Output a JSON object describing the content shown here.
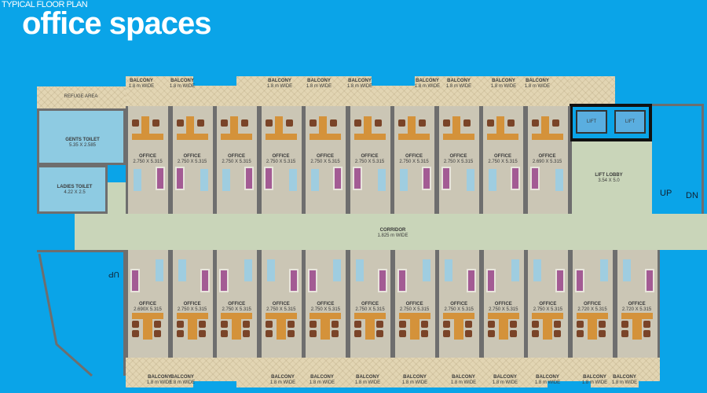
{
  "header": {
    "subtitle": "TYPICAL FLOOR PLAN",
    "title": "office spaces"
  },
  "refuge": "REFUGE AREA",
  "gents": {
    "name": "GENTS TOILET",
    "size": "5.35 X 2.585"
  },
  "ladies": {
    "name": "LADIES TOILET",
    "size": "4.22 X 2.5"
  },
  "corridor": {
    "name": "CORRIDOR",
    "size": "1.825 m WIDE"
  },
  "lift_lobby": {
    "name": "LIFT LOBBY",
    "size": "3.54 X 5.0"
  },
  "lifts": [
    "LIFT",
    "LIFT"
  ],
  "stairs": {
    "up": "UP",
    "dn": "DN",
    "up_left": "UP"
  },
  "balcony": {
    "name": "BALCONY",
    "width": "1.8 m WIDE"
  },
  "top_offices": [
    {
      "name": "OFFICE",
      "size": "2.750 X 5.315"
    },
    {
      "name": "OFFICE",
      "size": "2.750 X 5.315"
    },
    {
      "name": "OFFICE",
      "size": "2.750 X 5.315"
    },
    {
      "name": "OFFICE",
      "size": "2.750 X 5.315"
    },
    {
      "name": "OFFICE",
      "size": "2.750 X 5.315"
    },
    {
      "name": "OFFICE",
      "size": "2.750 X 5.315"
    },
    {
      "name": "OFFICE",
      "size": "2.750 X 5.315"
    },
    {
      "name": "OFFICE",
      "size": "2.750 X 5.315"
    },
    {
      "name": "OFFICE",
      "size": "2.750 X 5.315"
    },
    {
      "name": "OFFICE",
      "size": "2.690 X 5.315"
    }
  ],
  "bottom_offices": [
    {
      "name": "OFFICE",
      "size": "2.690X 5.315"
    },
    {
      "name": "OFFICE",
      "size": "2.750 X 5.315"
    },
    {
      "name": "OFFICE",
      "size": "2.750 X 5.315"
    },
    {
      "name": "OFFICE",
      "size": "2.750 X 5.315"
    },
    {
      "name": "OFFICE",
      "size": "2.750 X 5.315"
    },
    {
      "name": "OFFICE",
      "size": "2.750 X 5.315"
    },
    {
      "name": "OFFICE",
      "size": "2.750 X 5.315"
    },
    {
      "name": "OFFICE",
      "size": "2.750 X 5.315"
    },
    {
      "name": "OFFICE",
      "size": "2.750 X 5.315"
    },
    {
      "name": "OFFICE",
      "size": "2.750 X 5.315"
    },
    {
      "name": "OFFICE",
      "size": "2.720 X 5.315"
    },
    {
      "name": "OFFICE",
      "size": "2.720 X 5.315"
    }
  ],
  "top_balcony_count": 9,
  "bottom_balcony_count": 11
}
